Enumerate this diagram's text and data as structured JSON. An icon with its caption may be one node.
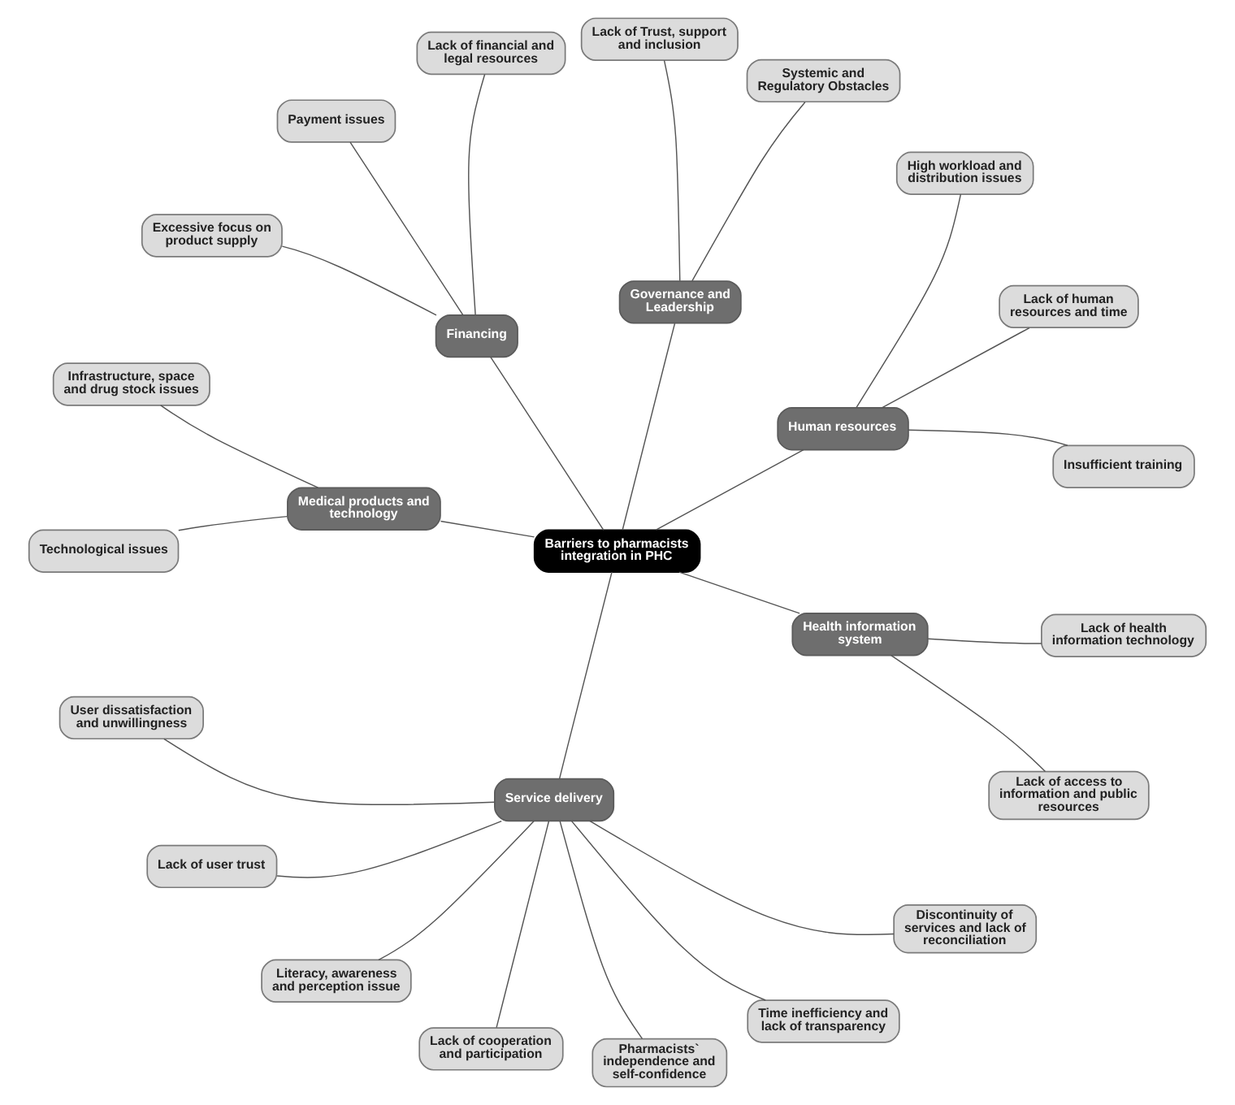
{
  "diagram": {
    "nodes": [
      {
        "text": [
          "Barriers to pharmacists integration in PHC"
        ]
      },
      {
        "text": [
          "Financing"
        ]
      },
      {
        "text": [
          "Lack of financial and legal resources"
        ]
      },
      {
        "text": [
          "Payment issues"
        ]
      },
      {
        "text": [
          "Excessive focus on product supply"
        ]
      },
      {
        "text": [
          "Medical products and technology"
        ]
      },
      {
        "text": [
          "Infrastructure, space and drug stock issues"
        ]
      },
      {
        "text": [
          "Technological issues"
        ]
      },
      {
        "text": [
          "Service delivery"
        ]
      },
      {
        "text": [
          "User dissatisfaction and unwillingness"
        ]
      },
      {
        "text": [
          "Lack of user trust"
        ]
      },
      {
        "text": [
          "Literacy, awareness and perception issue"
        ]
      },
      {
        "text": [
          "Lack of cooperation and participation"
        ]
      },
      {
        "text": [
          "Pharmacists` independence and self-confidence"
        ]
      },
      {
        "text": [
          "Time inefficiency and lack of transparency"
        ]
      },
      {
        "text": [
          "Discontinuity of services and lack of reconciliation"
        ]
      },
      {
        "text": [
          "Governance and Leadership"
        ]
      },
      {
        "text": [
          "Lack of Trust, support and inclusion"
        ]
      },
      {
        "text": [
          "Systemic and Regulatory Obstacles"
        ]
      },
      {
        "text": [
          "Human resources"
        ]
      },
      {
        "text": [
          "High workload and distribution issues"
        ]
      },
      {
        "text": [
          "Lack of human resources and time"
        ]
      },
      {
        "text": [
          "Insufficient training"
        ]
      },
      {
        "text": [
          "Health information system"
        ]
      },
      {
        "text": [
          "Lack of health information technology"
        ]
      },
      {
        "text": [
          "Lack of access to information and public resources"
        ]
      }
    ],
    "edges": [
      {
        "from": 0,
        "to": 1,
        "arrow": "none"
      },
      {
        "from": 1,
        "to": 2,
        "arrow": "none"
      },
      {
        "from": 1,
        "to": 3,
        "arrow": "none"
      },
      {
        "from": 1,
        "to": 4,
        "arrow": "none"
      },
      {
        "from": 0,
        "to": 5,
        "arrow": "none"
      },
      {
        "from": 5,
        "to": 6,
        "arrow": "none"
      },
      {
        "from": 5,
        "to": 7,
        "arrow": "none"
      },
      {
        "from": 0,
        "to": 8,
        "arrow": "none"
      },
      {
        "from": 8,
        "to": 9,
        "arrow": "none"
      },
      {
        "from": 8,
        "to": 10,
        "arrow": "none"
      },
      {
        "from": 8,
        "to": 11,
        "arrow": "none"
      },
      {
        "from": 8,
        "to": 12,
        "arrow": "none"
      },
      {
        "from": 8,
        "to": 13,
        "arrow": "none"
      },
      {
        "from": 8,
        "to": 14,
        "arrow": "none"
      },
      {
        "from": 8,
        "to": 15,
        "arrow": "none"
      },
      {
        "from": 0,
        "to": 16,
        "arrow": "none"
      },
      {
        "from": 16,
        "to": 17,
        "arrow": "none"
      },
      {
        "from": 16,
        "to": 18,
        "arrow": "none"
      },
      {
        "from": 0,
        "to": 19,
        "arrow": "none"
      },
      {
        "from": 19,
        "to": 20,
        "arrow": "none"
      },
      {
        "from": 19,
        "to": 21,
        "arrow": "none"
      },
      {
        "from": 19,
        "to": 22,
        "arrow": "none"
      },
      {
        "from": 0,
        "to": 23,
        "arrow": "none"
      },
      {
        "from": 23,
        "to": 24,
        "arrow": "none"
      },
      {
        "from": 23,
        "to": 25,
        "arrow": "none"
      }
    ]
  }
}
